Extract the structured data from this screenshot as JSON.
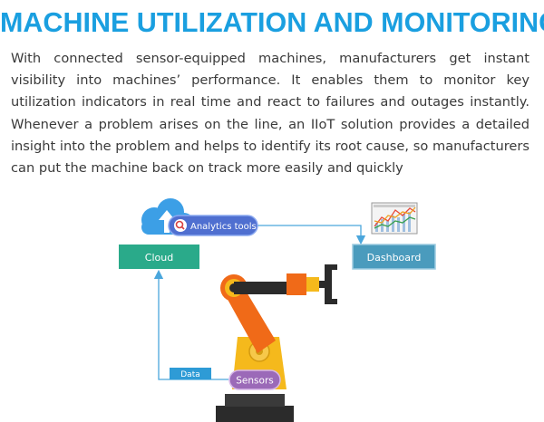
{
  "heading": "MACHINE UTILIZATION AND MONITORING",
  "paragraph": "With connected sensor-equipped machines, manufacturers get instant visibility into machines’ performance. It enables them to monitor key utilization indicators in real time and react to failures and outages instantly. Whenever a problem arises on the line, an IIoT solution provides a detailed insight into the problem and helps to identify its root cause, so manufacturers can put the machine back on track more easily and quickly",
  "diagram": {
    "analytics_label": "Analytics tools",
    "cloud_label": "Cloud",
    "dashboard_label": "Dashboard",
    "data_label": "Data",
    "sensors_label": "Sensors",
    "colors": {
      "cloud_box": "#2aaa8a",
      "dashboard_box": "#4a9bbd",
      "analytics_pill": "#4f6fd0",
      "sensors_pill": "#9b6ab8",
      "data_box": "#2e9bd6",
      "arrow": "#4aa6dc",
      "robot_orange": "#f06a18",
      "robot_yellow": "#f5b91c",
      "robot_dark": "#2b2b2b",
      "cloud_icon": "#3c9fe6"
    }
  }
}
